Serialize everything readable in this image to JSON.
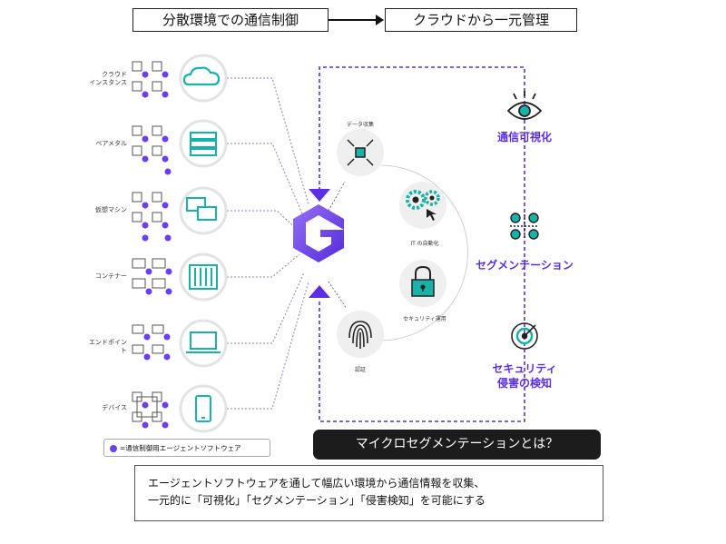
{
  "header": {
    "left_box": "分散環境での通信制御",
    "right_box": "クラウドから一元管理"
  },
  "left_rows": [
    {
      "label": "クラウド\nインスタンス",
      "icon": "cloud-icon"
    },
    {
      "label": "ベアメタル",
      "icon": "server-icon"
    },
    {
      "label": "仮想マシン",
      "icon": "virtual-machine-icon"
    },
    {
      "label": "コンテナー",
      "icon": "container-icon"
    },
    {
      "label": "エンドポイント",
      "icon": "laptop-icon"
    },
    {
      "label": "デバイス",
      "icon": "smartphone-icon"
    }
  ],
  "cycle_nodes": [
    {
      "label": "データ収集",
      "icon": "collect-icon"
    },
    {
      "label": "IT の自動化",
      "icon": "gears-icon"
    },
    {
      "label": "セキュリティ運用",
      "icon": "lock-icon"
    },
    {
      "label": "認証",
      "icon": "fingerprint-icon"
    }
  ],
  "features": [
    {
      "label": "通信可視化",
      "icon": "eye-icon"
    },
    {
      "label": "セグメンテーション",
      "icon": "segmentation-icon"
    },
    {
      "label": "セキュリティ\n侵害の検知",
      "icon": "radar-icon"
    }
  ],
  "legend": "=通信制御用エージェントソフトウェア",
  "dark_button": "マイクロセグメンテーションとは？",
  "description": {
    "line1": "エージェントソフトウェアを通して幅広い環境から通信情報を収集、",
    "line2": "一元的に「可視化」「セグメンテーション」「侵害検知」を可能にする"
  },
  "colors": {
    "purple": "#5b2ee6",
    "teal": "#18b3a8",
    "gray_circle": "#efefef"
  }
}
